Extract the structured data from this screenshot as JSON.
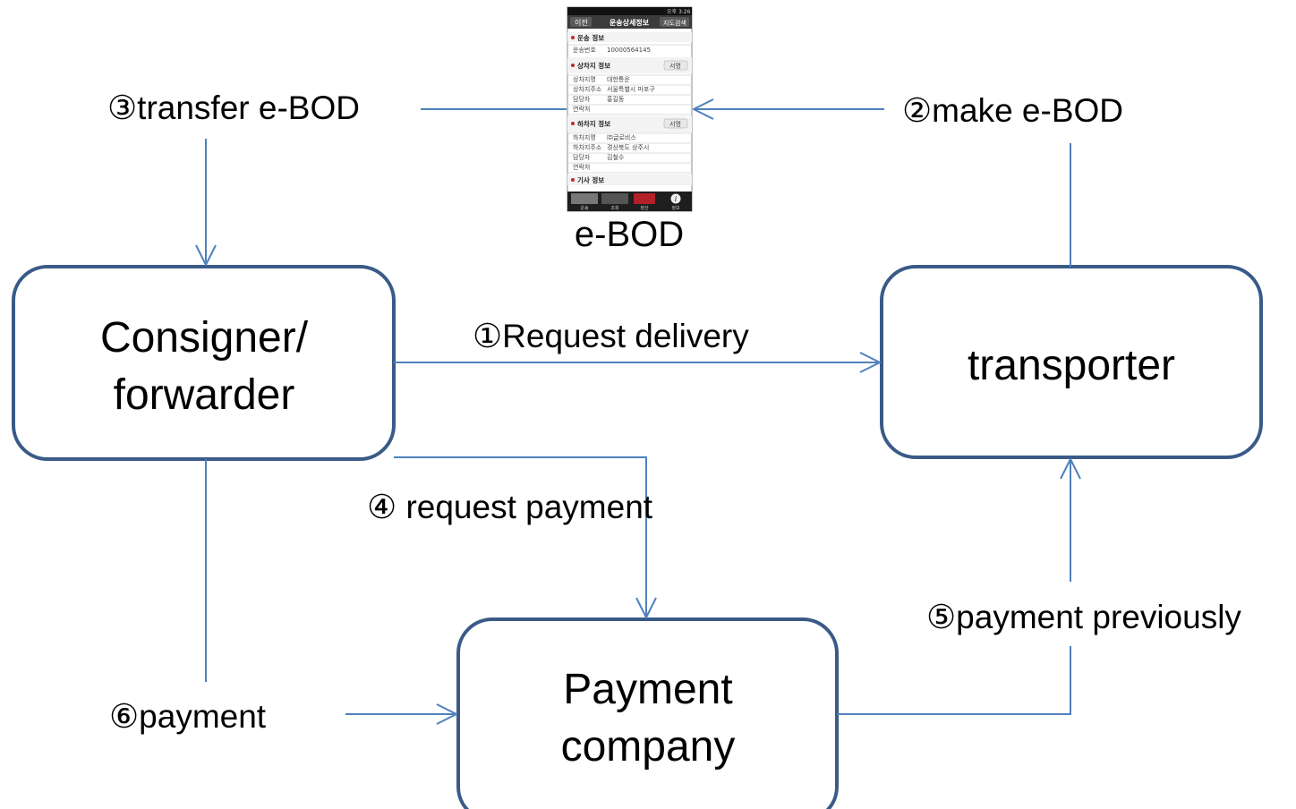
{
  "nodes": {
    "consigner": {
      "line1": "Consigner/",
      "line2": "forwarder"
    },
    "transporter": {
      "label": "transporter"
    },
    "payment_company": {
      "line1": "Payment",
      "line2": "company"
    }
  },
  "edges": {
    "request_delivery": "①Request delivery",
    "make_ebod": "②make e-BOD",
    "transfer_ebod": "③transfer e-BOD",
    "request_payment": "④ request payment",
    "payment_previously": "⑤payment previously",
    "payment": "⑥payment"
  },
  "ebod": {
    "caption": "e-BOD",
    "phone": {
      "status_time": "오후 3:26",
      "back_button": "이전",
      "title": "운송상세정보",
      "map_button": "지도검색",
      "section_transport": "운송 정보",
      "transport_no_label": "운송번호",
      "transport_no_value": "10000564145",
      "section_loading": "상차지 정보",
      "sign_button": "서명",
      "loading_rows": [
        {
          "label": "상차지명",
          "value": "대한통운"
        },
        {
          "label": "상차지주소",
          "value": "서울특별시 마포구"
        },
        {
          "label": "담당자",
          "value": "홍길동"
        },
        {
          "label": "연락처",
          "value": ""
        }
      ],
      "section_unloading": "하차지 정보",
      "unloading_rows": [
        {
          "label": "하차지명",
          "value": "㈜글로비스"
        },
        {
          "label": "하차지주소",
          "value": "경상북도 상주시"
        },
        {
          "label": "담당자",
          "value": "김철수"
        },
        {
          "label": "연락처",
          "value": ""
        }
      ],
      "section_driver": "기사 정보",
      "tabs": [
        "운송",
        "조회",
        "정산",
        "정보"
      ]
    }
  },
  "colors": {
    "box_border": "#3a5a87",
    "arrow": "#4f81bd"
  }
}
